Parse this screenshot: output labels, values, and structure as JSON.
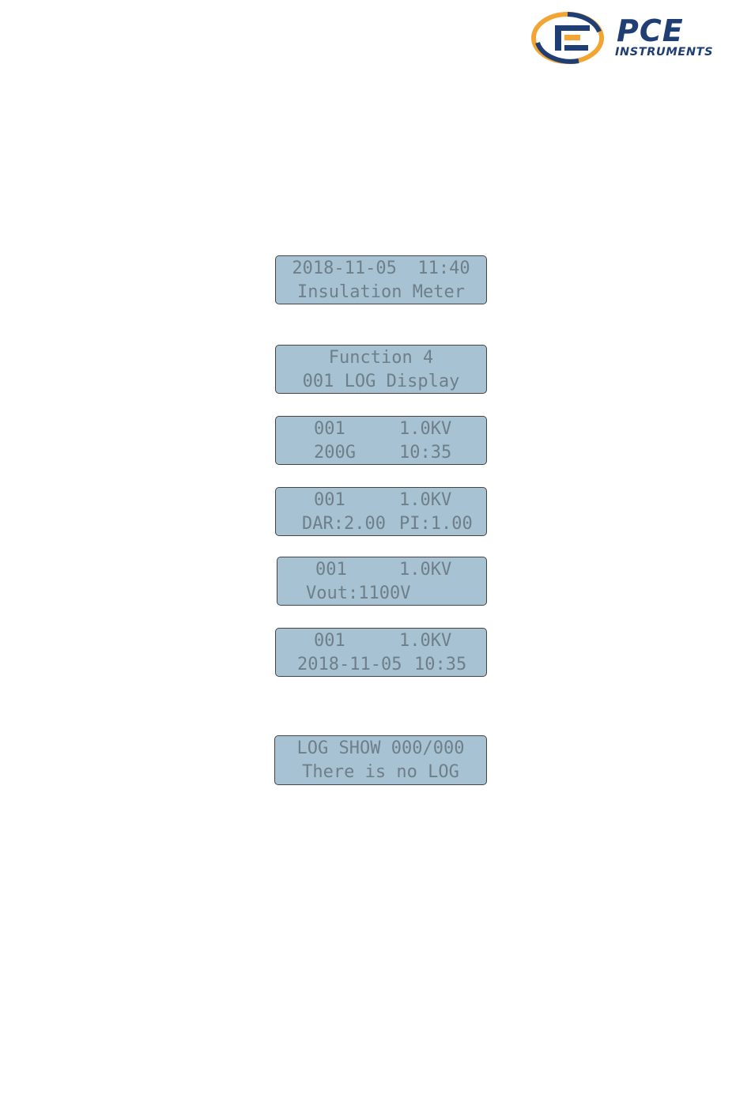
{
  "logo": {
    "brand": "PCE",
    "tagline": "INSTRUMENTS",
    "colors": {
      "navy": "#1f3f74",
      "orange": "#f2a533"
    }
  },
  "screens": [
    {
      "line1": "2018-11-05  11:40",
      "line2": "Insulation Meter"
    },
    {
      "line1": "Function 4",
      "line2": "001 LOG Display"
    },
    {
      "line1": "001",
      "line1_right": "1.0KV",
      "line2": "200G",
      "line2_right": "10:35"
    },
    {
      "line1": "001",
      "line1_right": "1.0KV",
      "line2": "DAR:2.00",
      "line2_right": "PI:1.00"
    },
    {
      "line1": "001",
      "line1_right": "1.0KV",
      "line2": "Vout:1100V"
    },
    {
      "line1": "001",
      "line1_right": "1.0KV",
      "line2": "2018-11-05",
      "line2_right": "10:35"
    },
    {
      "line1": "LOG SHOW 000/000",
      "line2": "There is no LOG"
    }
  ]
}
